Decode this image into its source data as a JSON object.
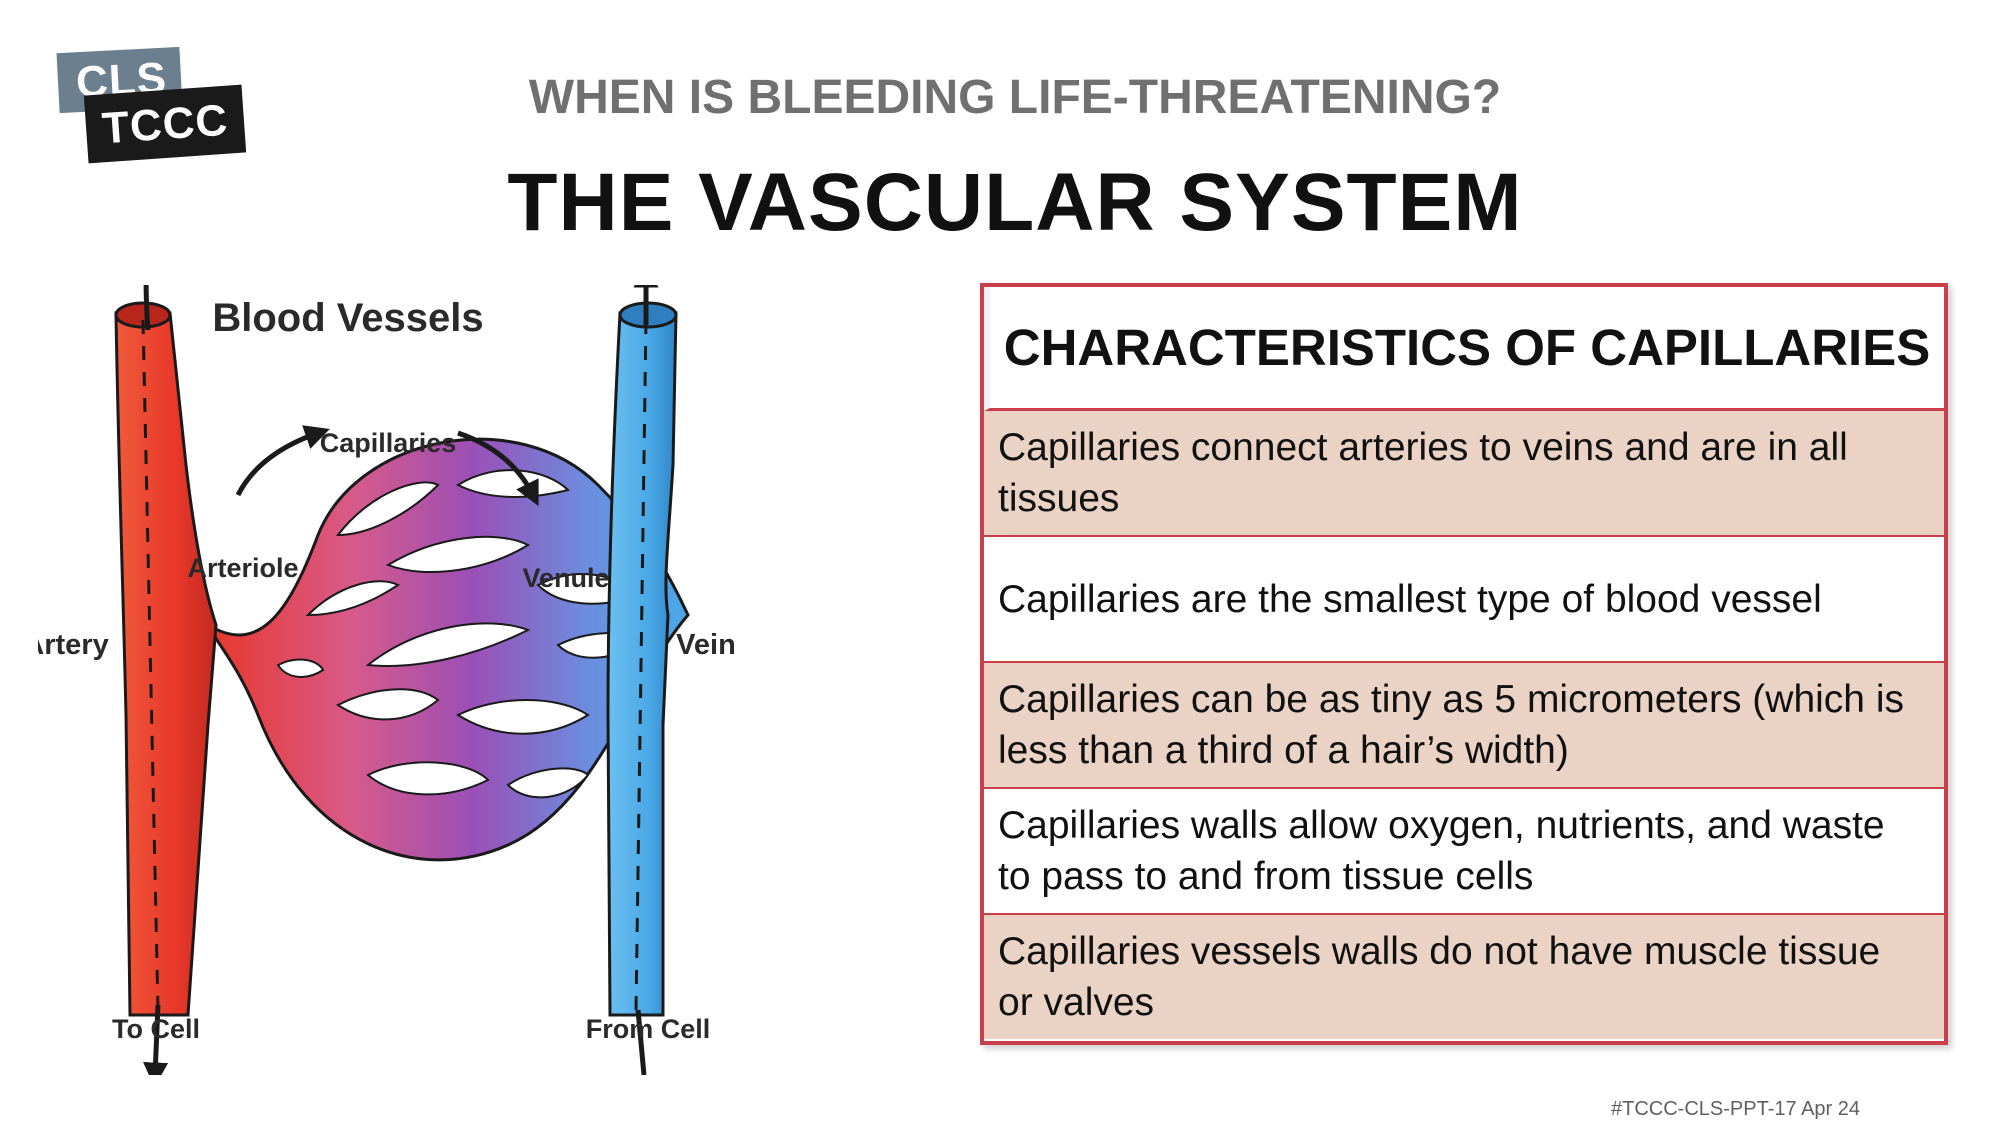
{
  "logo": {
    "line1": "CLS",
    "line2": "TCCC"
  },
  "subtitle": "WHEN IS BLEEDING LIFE-THREATENING?",
  "title": "THE VASCULAR SYSTEM",
  "diagram": {
    "title": "Blood Vessels",
    "labels": {
      "capillaries": "Capillaries",
      "arteriole": "Arteriole",
      "venule": "Venule",
      "artery": "Artery",
      "vein": "Vein",
      "to_cell": "To Cell",
      "from_cell": "From Cell"
    },
    "colors": {
      "artery": "#e8382a",
      "vein": "#4aa8e6",
      "capillary_mid": "#9b4fb6"
    }
  },
  "table": {
    "header": "CHARACTERISTICS OF CAPILLARIES",
    "rows": [
      "Capillaries connect arteries to veins and are in all tissues",
      "Capillaries are the smallest type of blood vessel",
      "Capillaries can be as tiny as 5 micrometers (which is less than a third of a hair’s width)",
      "Capillaries walls allow oxygen, nutrients, and waste to pass to and from tissue cells",
      "Capillaries vessels walls do not have muscle tissue or valves"
    ],
    "colors": {
      "border": "#c9404a",
      "shaded_row": "#ead3c5"
    }
  },
  "footer": "#TCCC-CLS-PPT-17 Apr 24"
}
